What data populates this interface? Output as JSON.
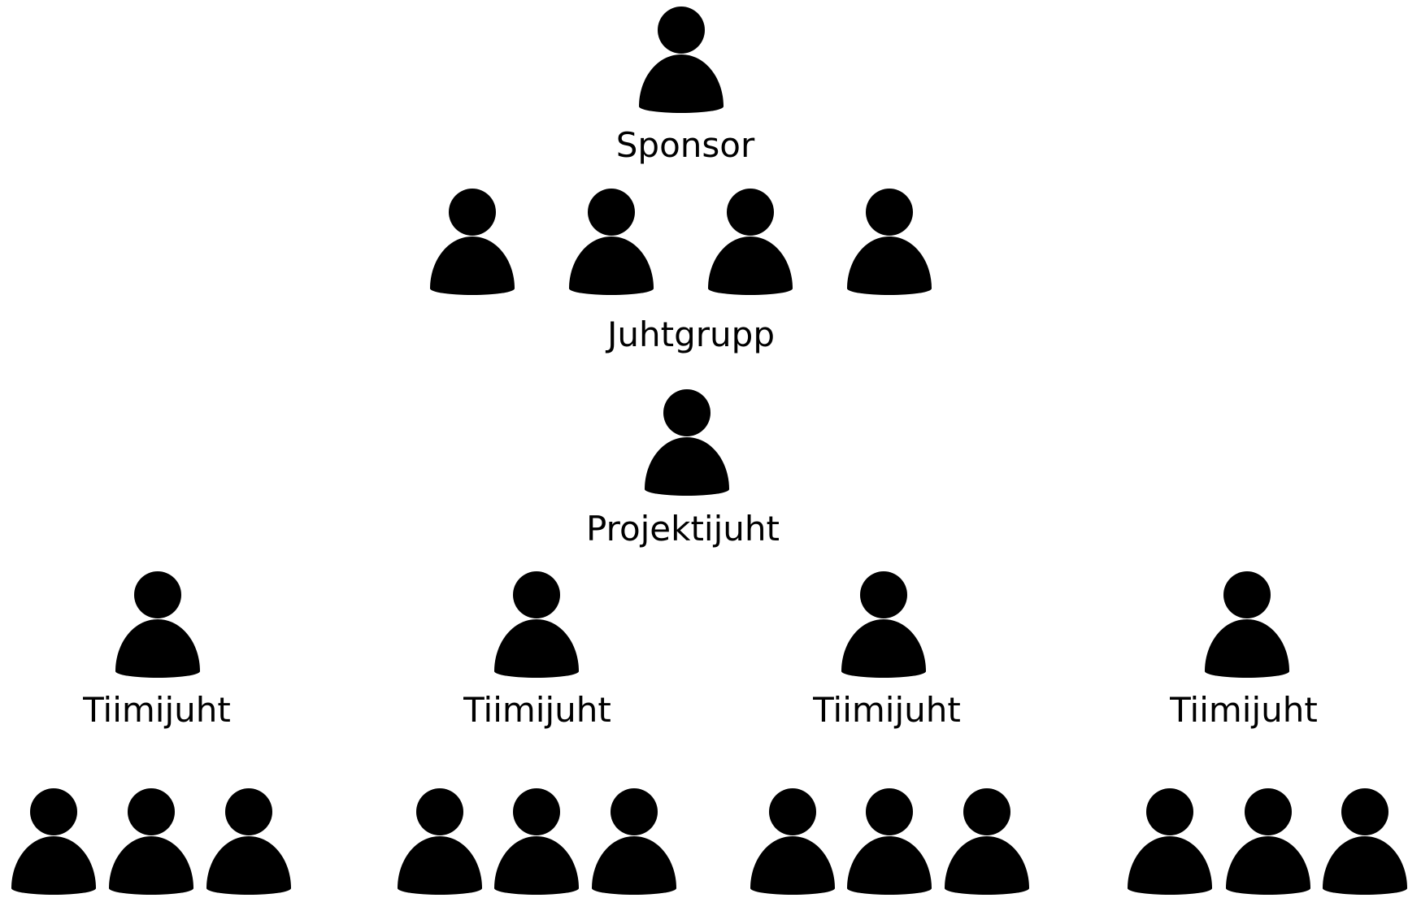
{
  "diagram": {
    "sponsor": {
      "label": "Sponsor"
    },
    "steering_group": {
      "label": "Juhtgrupp",
      "member_count": 4
    },
    "project_manager": {
      "label": "Projektijuht"
    },
    "team_leads": [
      {
        "label": "Tiimijuht",
        "team_member_count": 3
      },
      {
        "label": "Tiimijuht",
        "team_member_count": 3
      },
      {
        "label": "Tiimijuht",
        "team_member_count": 3
      },
      {
        "label": "Tiimijuht",
        "team_member_count": 3
      }
    ],
    "icon": "person-icon",
    "icon_color": "#000000"
  }
}
